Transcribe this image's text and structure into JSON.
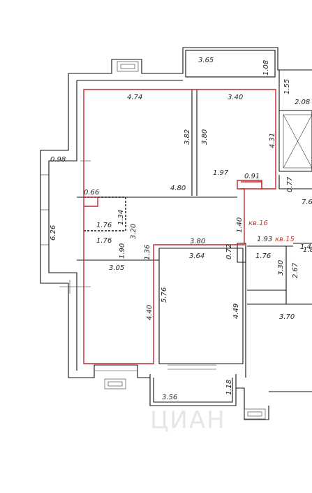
{
  "labels": {
    "d_365": "3.65",
    "d_108": "1.08",
    "d_155": "1.55",
    "d_208": "2.08",
    "d_474": "4.74",
    "d_340": "3.40",
    "d_382": "3.82",
    "d_380v": "3.80",
    "d_431": "4.31",
    "d_098": "0.98",
    "d_066": "0.66",
    "d_176a": "1.76",
    "d_134": "1.34",
    "d_480": "4.80",
    "d_197": "1.97",
    "d_091": "0.91",
    "d_077": "0.77",
    "d_76": "7.6",
    "d_140": "1.40",
    "d_193": "1.93",
    "d_14": "1.4",
    "d_176b": "1.76",
    "d_320": "3.20",
    "d_190": "1.90",
    "d_380h": "3.80",
    "d_136": "1.36",
    "d_364": "3.64",
    "d_072": "0.72",
    "d_176c": "1.76",
    "d_18a": "1.8",
    "d_626": "6.26",
    "d_305": "3.05",
    "d_330": "3.30",
    "d_267": "2.67",
    "d_576": "5.76",
    "d_440": "4.40",
    "d_449": "4.49",
    "d_370": "3.70",
    "d_356": "3.56",
    "d_118": "1.18",
    "apt_16": "кв.16",
    "apt_15": "кв.15"
  },
  "colors": {
    "highlight": "#c0262b",
    "line": "#111111"
  }
}
